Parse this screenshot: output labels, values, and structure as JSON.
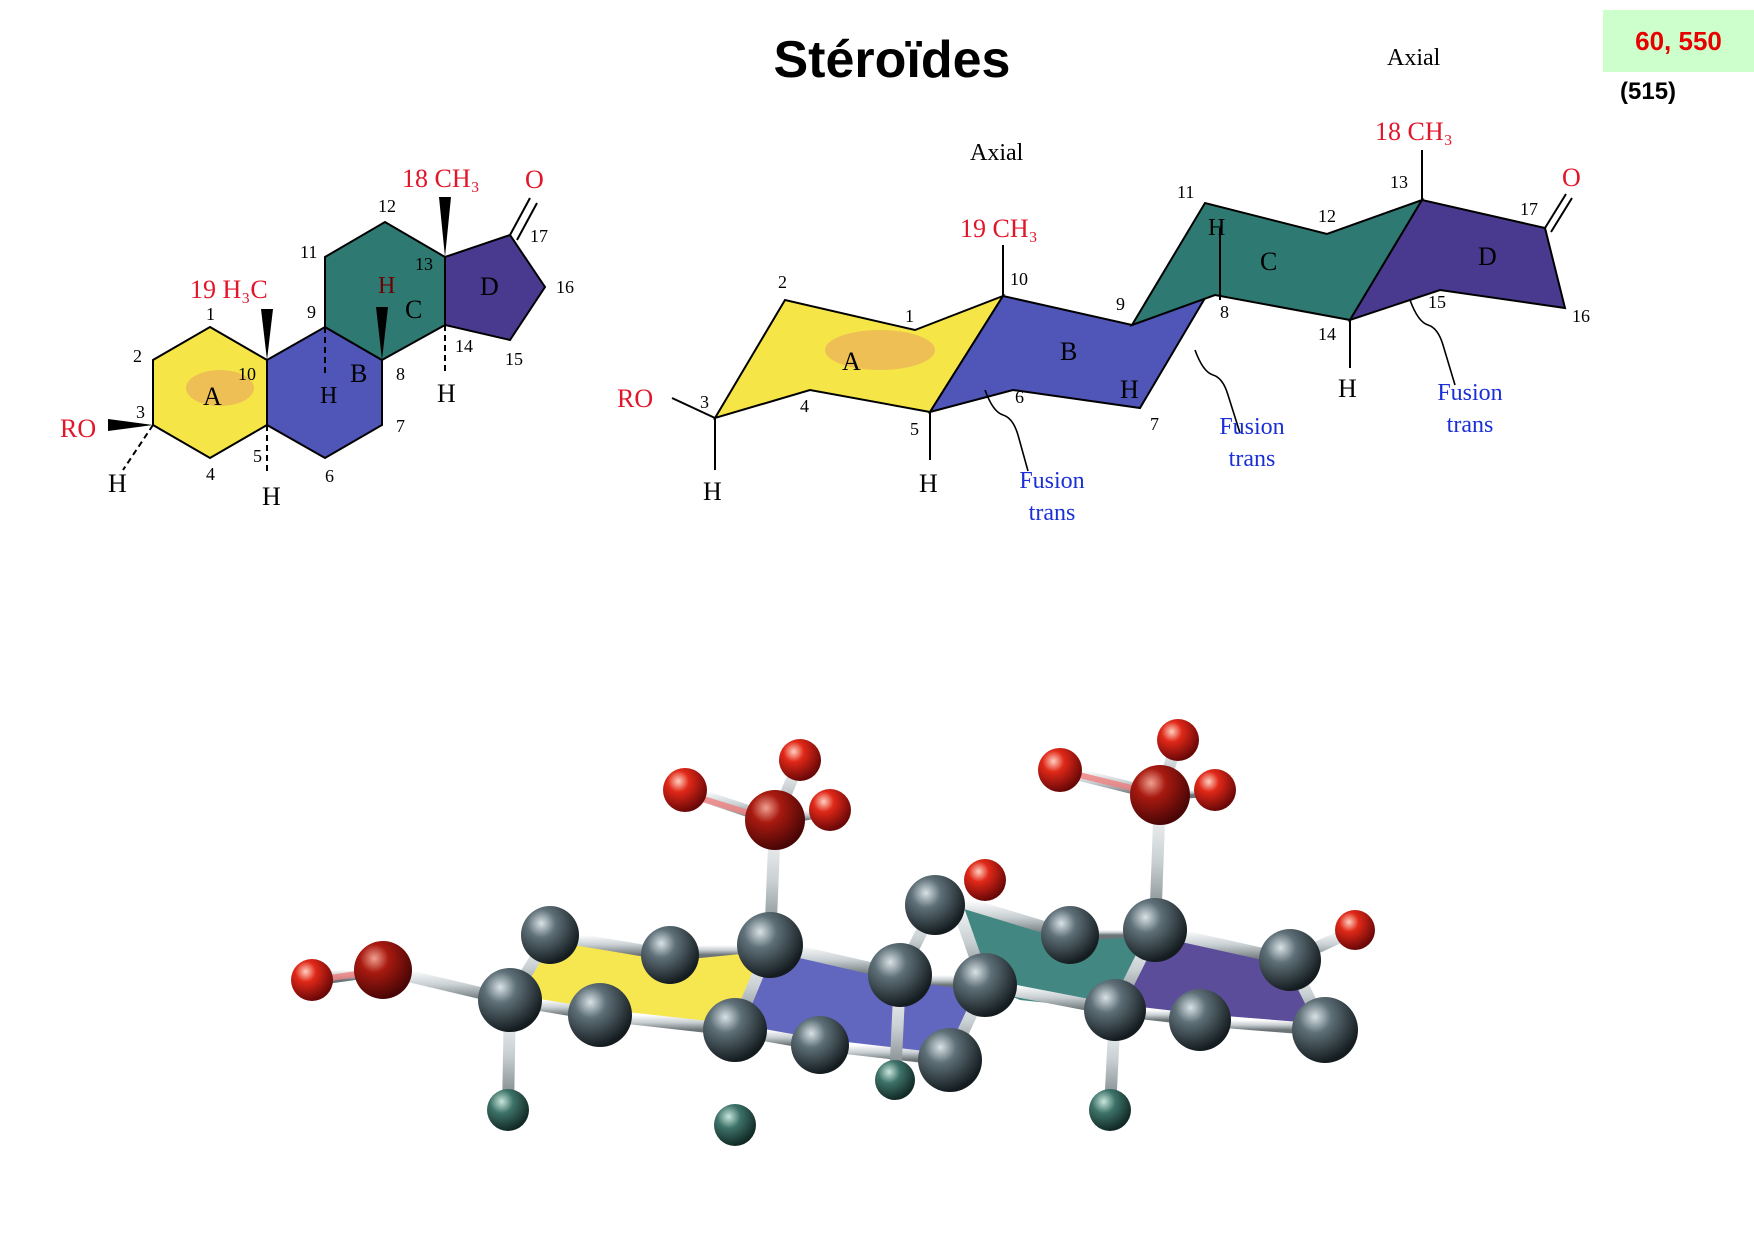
{
  "title": "Stéroïdes",
  "reference": {
    "pages": "60, 550",
    "alt": "(515)"
  },
  "colors": {
    "ringA": "#f5e547",
    "ringB": "#5055b8",
    "ringC": "#2e7a73",
    "ringD": "#4a3a8f",
    "substituent": "#e0162b",
    "annotation": "#1a2fd6",
    "carbon": "#2f3d45",
    "oxygen": "#c81212"
  },
  "flat": {
    "rings": [
      "A",
      "B",
      "C",
      "D"
    ],
    "methyl19": "19 H₃C",
    "methyl18": "18 CH₃",
    "oxygen": "O",
    "ro": "RO",
    "h": "H",
    "numbers": [
      "1",
      "2",
      "3",
      "4",
      "5",
      "6",
      "7",
      "8",
      "9",
      "10",
      "11",
      "12",
      "13",
      "14",
      "15",
      "16",
      "17"
    ]
  },
  "chair": {
    "axial_left": "Axial",
    "axial_right": "Axial",
    "methyl19": "19 CH₃",
    "methyl18": "18 CH₃",
    "oxygen": "O",
    "ro": "RO",
    "h": "H",
    "rings": [
      "A",
      "B",
      "C",
      "D"
    ],
    "fusion": [
      "Fusion",
      "trans"
    ],
    "numbers": [
      "1",
      "2",
      "3",
      "4",
      "5",
      "6",
      "7",
      "8",
      "9",
      "10",
      "11",
      "12",
      "13",
      "14",
      "15",
      "16",
      "17"
    ]
  },
  "model": {
    "type": "ball-and-stick",
    "atoms": [
      "carbon",
      "oxygen",
      "hydrogen"
    ]
  }
}
